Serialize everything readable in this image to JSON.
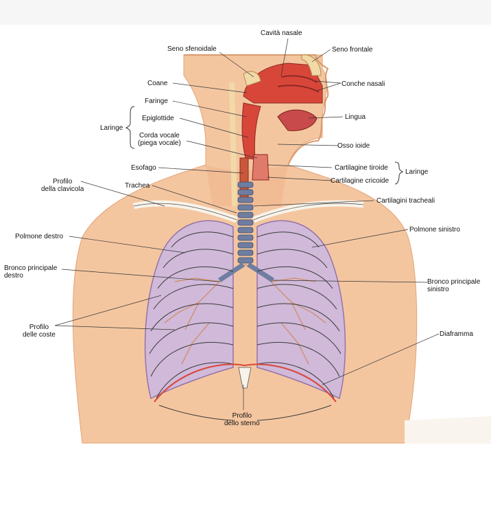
{
  "title": "",
  "colors": {
    "skin": "#f4c6a0",
    "skin_dark": "#e8a77c",
    "airway": "#d8463a",
    "lung": "#cdb8e0",
    "lung_edge": "#8a6aa8",
    "bone": "#f7f3ea",
    "leader": "#333333",
    "bronchi": "#d08a5c"
  },
  "labels": {
    "cavita_nasale": "Cavità nasale",
    "seno_sfenoidale": "Seno sfenoidale",
    "seno_frontale": "Seno frontale",
    "coane": "Coane",
    "conche_nasali": "Conche nasali",
    "faringe": "Faringe",
    "epiglottide": "Epiglottide",
    "laringe_left": "Laringe",
    "corda_vocale": "Corda vocale\n(piega vocale)",
    "lingua": "Lingua",
    "osso_ioide": "Osso ioide",
    "esofago": "Esofago",
    "cartilagine_tiroide": "Cartilagine tiroide",
    "laringe_right": "Laringe",
    "cartilagine_cricoide": "Cartilagine cricoide",
    "trachea": "Trachea",
    "profilo_clavicola": "Profilo\ndella clavicola",
    "cartilagini_tracheali": "Cartilagini tracheali",
    "polmone_destro": "Polmone destro",
    "polmone_sinistro": "Polmone sinistro",
    "bronco_destro": "Bronco principale\ndestro",
    "bronco_sinistro": "Bronco principale\nsinistro",
    "profilo_coste": "Profilo\ndelle coste",
    "diaframma": "Diaframma",
    "profilo_sterno": "Profilo\ndello sterno"
  }
}
